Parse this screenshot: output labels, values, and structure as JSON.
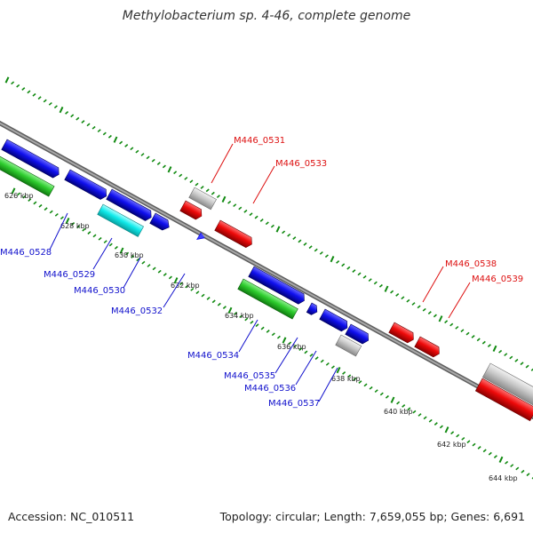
{
  "title": "Methylobacterium sp. 4-46, complete genome",
  "footer": {
    "accession": "Accession: NC_010511",
    "summary": "Topology: circular; Length: 7,659,055 bp; Genes: 6,691"
  },
  "colors": {
    "axis": "#8a8a8a",
    "ticks": "#118a11",
    "blue": "#0a0aee",
    "green": "#2ecc2e",
    "cyan": "#10f0f0",
    "grey": "#c4c4c4",
    "red": "#ee0a0a",
    "label_blue": "#1010cc",
    "label_red": "#dd1010"
  },
  "kbp_labels": [
    "626 kbp",
    "628 kbp",
    "630 kbp",
    "632 kbp",
    "634 kbp",
    "636 kbp",
    "638 kbp",
    "640 kbp",
    "642 kbp",
    "644 kbp"
  ],
  "gene_labels": {
    "blue": [
      "M446_0528",
      "M446_0529",
      "M446_0530",
      "M446_0532",
      "M446_0534",
      "M446_0535",
      "M446_0536",
      "M446_0537"
    ],
    "red": [
      "M446_0531",
      "M446_0533",
      "M446_0538",
      "M446_0539"
    ]
  }
}
